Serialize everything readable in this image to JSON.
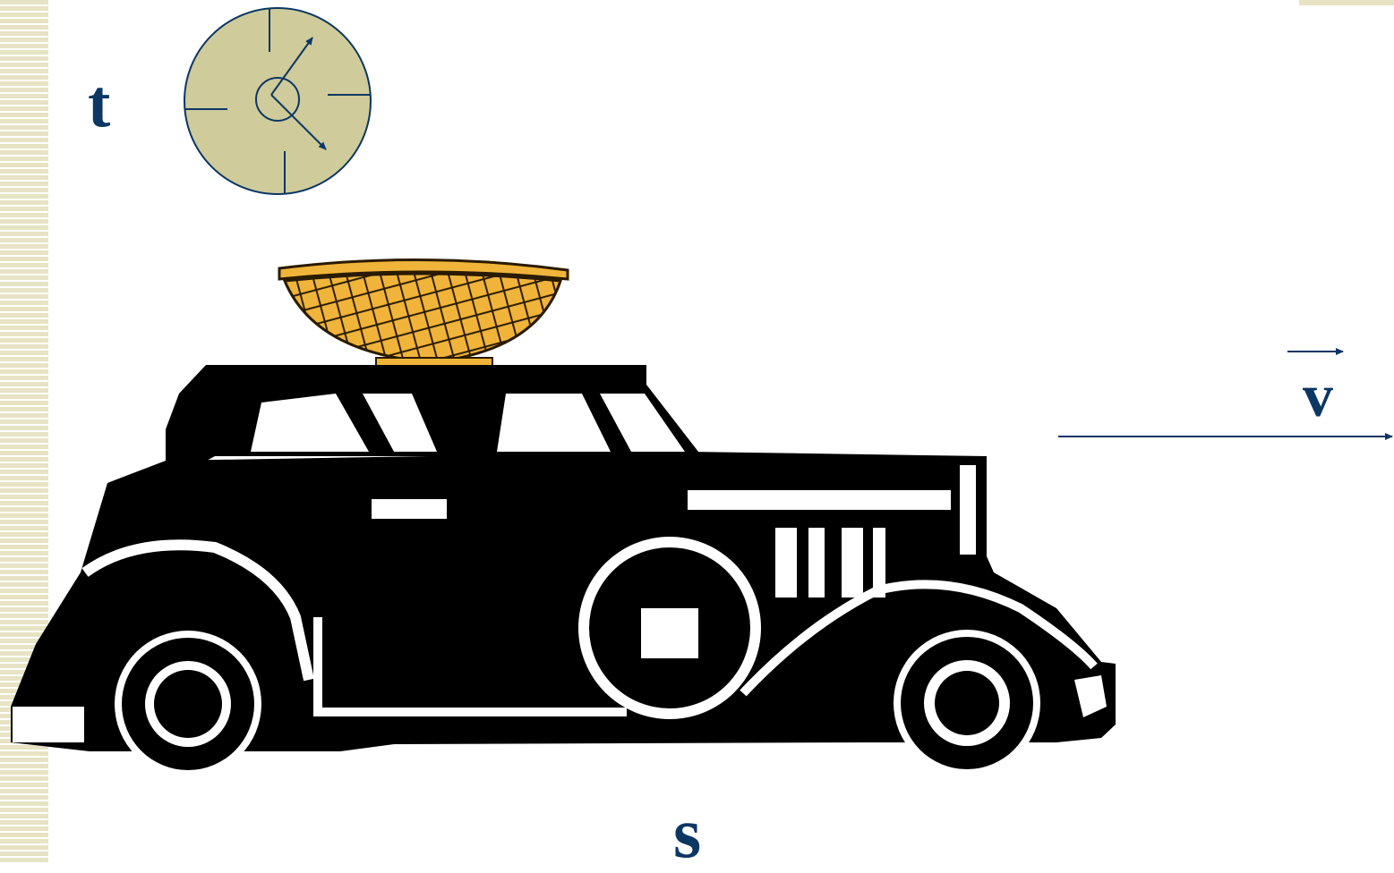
{
  "labels": {
    "time": "t",
    "velocity": "v",
    "distance": "s"
  },
  "colors": {
    "label": "#0c3664",
    "clock_face": "#cfcb9a",
    "clock_line": "#0c3664",
    "basket": "#f0b43a",
    "car": "#000000",
    "stripe": "#e7e3c4"
  },
  "icons": [
    "clock-icon",
    "basket-icon",
    "car-icon",
    "velocity-arrow"
  ]
}
